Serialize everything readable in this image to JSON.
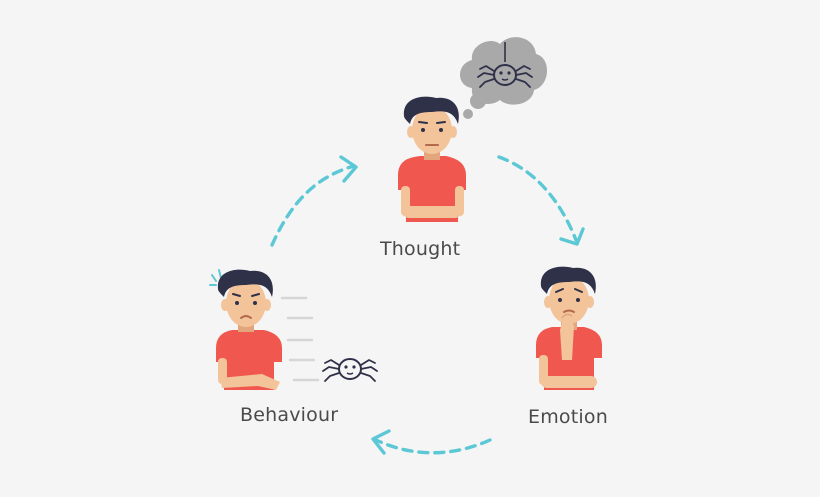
{
  "labels": {
    "thought": "Thought",
    "emotion": "Emotion",
    "behaviour": "Behaviour"
  },
  "colors": {
    "background": "#f5f5f5",
    "arrow": "#5cc8d6",
    "shirt": "#f0584f",
    "skin": "#f3c39a",
    "hair": "#2f3149",
    "cloud": "#a9a9a9",
    "text": "#4a4a4a"
  },
  "icons": [
    "thought-cloud-icon",
    "spider-icon",
    "motion-lines-icon",
    "sweat-drops-icon"
  ]
}
